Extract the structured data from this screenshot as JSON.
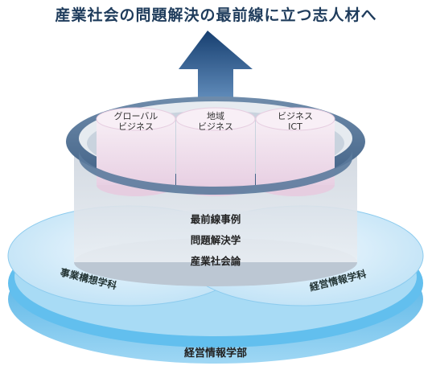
{
  "title": "産業社会の問題解決の最前線に立つ志人材へ",
  "cylinders": [
    {
      "line1": "グローバル",
      "line2": "ビジネス"
    },
    {
      "line1": "地域",
      "line2": "ビジネス"
    },
    {
      "line1": "ビジネス",
      "line2": "ICT"
    }
  ],
  "core_subjects": [
    "最前線事例",
    "問題解決学",
    "産業社会論"
  ],
  "departments": {
    "left": "事業構想学科",
    "right": "経営情報学科"
  },
  "faculty": "経営情報学部",
  "colors": {
    "arrow": "#1e4e86",
    "ring": "#4c6f95",
    "base_blue": "#52b7ea",
    "base_light": "#cfe9f8",
    "cylinder_pink": "#ead3e6",
    "title": "#1f3c5c"
  }
}
